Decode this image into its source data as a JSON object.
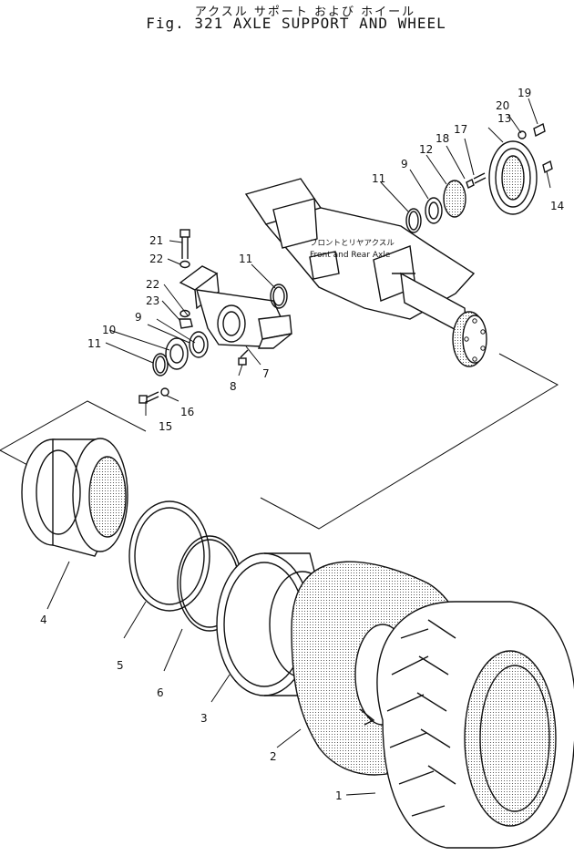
{
  "header": {
    "title_jp": "アクスル サポート および ホイール",
    "title_en": "Fig. 321 AXLE SUPPORT AND WHEEL"
  },
  "diagram": {
    "axle_label_jp": "フロントとリヤアクスル",
    "axle_label_en": "Front and Rear Axle"
  },
  "callouts": [
    "1",
    "2",
    "3",
    "4",
    "5",
    "6",
    "7",
    "8",
    "9",
    "9",
    "10",
    "11",
    "11",
    "11",
    "12",
    "13",
    "14",
    "15",
    "16",
    "17",
    "18",
    "19",
    "20",
    "21",
    "22",
    "22",
    "23"
  ]
}
